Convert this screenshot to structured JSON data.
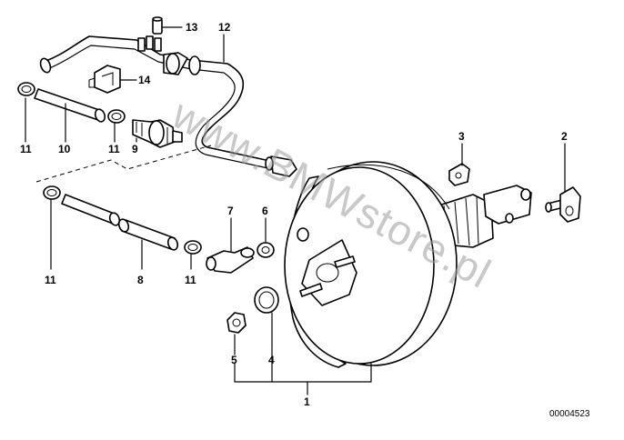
{
  "callouts": {
    "c1": "1",
    "c2": "2",
    "c3": "3",
    "c4": "4",
    "c5": "5",
    "c6": "6",
    "c7": "7",
    "c8": "8",
    "c9": "9",
    "c10": "10",
    "c11a": "11",
    "c11b": "11",
    "c11c": "11",
    "c11d": "11",
    "c12": "12",
    "c13": "13",
    "c14": "14"
  },
  "watermark": "www.BMWstore.pl",
  "diagram_id": "00004523",
  "colors": {
    "line": "#000000",
    "background": "#ffffff",
    "watermark": "#9a9a9a"
  }
}
